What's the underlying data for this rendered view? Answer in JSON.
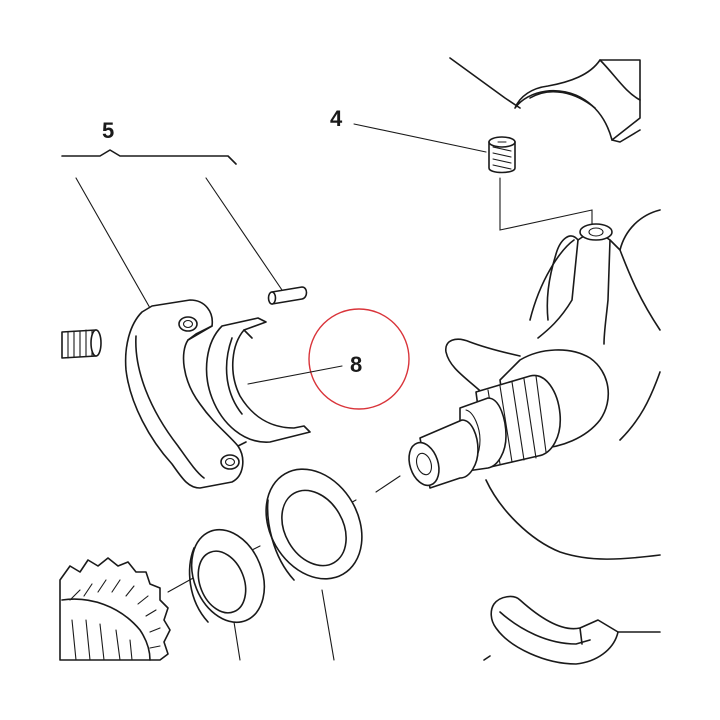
{
  "diagram": {
    "callouts": {
      "part_5": "5",
      "part_4": "4",
      "part_8": "8"
    },
    "highlight_color": "#d9343a",
    "line_color": "#1a1a1a",
    "background": "#ffffff"
  }
}
